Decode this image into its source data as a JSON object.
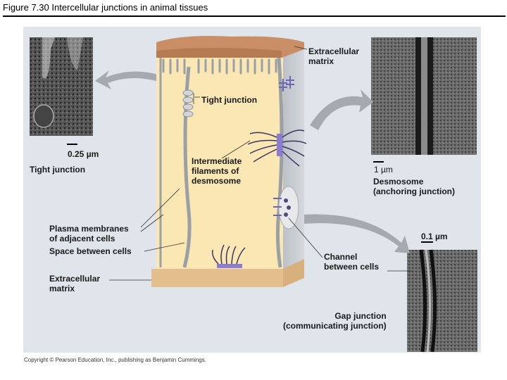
{
  "figure": {
    "title": "Figure 7.30  Intercellular junctions in animal tissues",
    "copyright": "Copyright © Pearson Education, Inc., publishing as Benjamin Cummings."
  },
  "labels": {
    "extracellular_matrix_top": "Extracellular\nmatrix",
    "tight_junction_callout": "Tight junction",
    "intermediate_filaments": "Intermediate\nfilaments of\ndesmosome",
    "plasma_membranes": "Plasma membranes\nof adjacent cells",
    "space_between_cells": "Space between cells",
    "extracellular_matrix_bottom": "Extracellular\nmatrix",
    "channel_between_cells": "Channel\nbetween cells",
    "tight_junction_micrograph": "Tight junction",
    "desmosome_micrograph": "Desmosome\n(anchoring junction)",
    "gap_junction_micrograph": "Gap junction\n(communicating junction)"
  },
  "scale_bars": {
    "tight_junction": "0.25 µm",
    "desmosome": "1 µm",
    "gap_junction": "0.1 µm"
  },
  "colors": {
    "panel": "#dfe5ea",
    "cell_front": "#fbe7b3",
    "cell_side": "#c9ced3",
    "matrix_top": "#c98e66",
    "matrix_bottom": "#d8b07d",
    "desmosome_purple": "#8c7bd3",
    "arrow": "#a5aab0"
  }
}
